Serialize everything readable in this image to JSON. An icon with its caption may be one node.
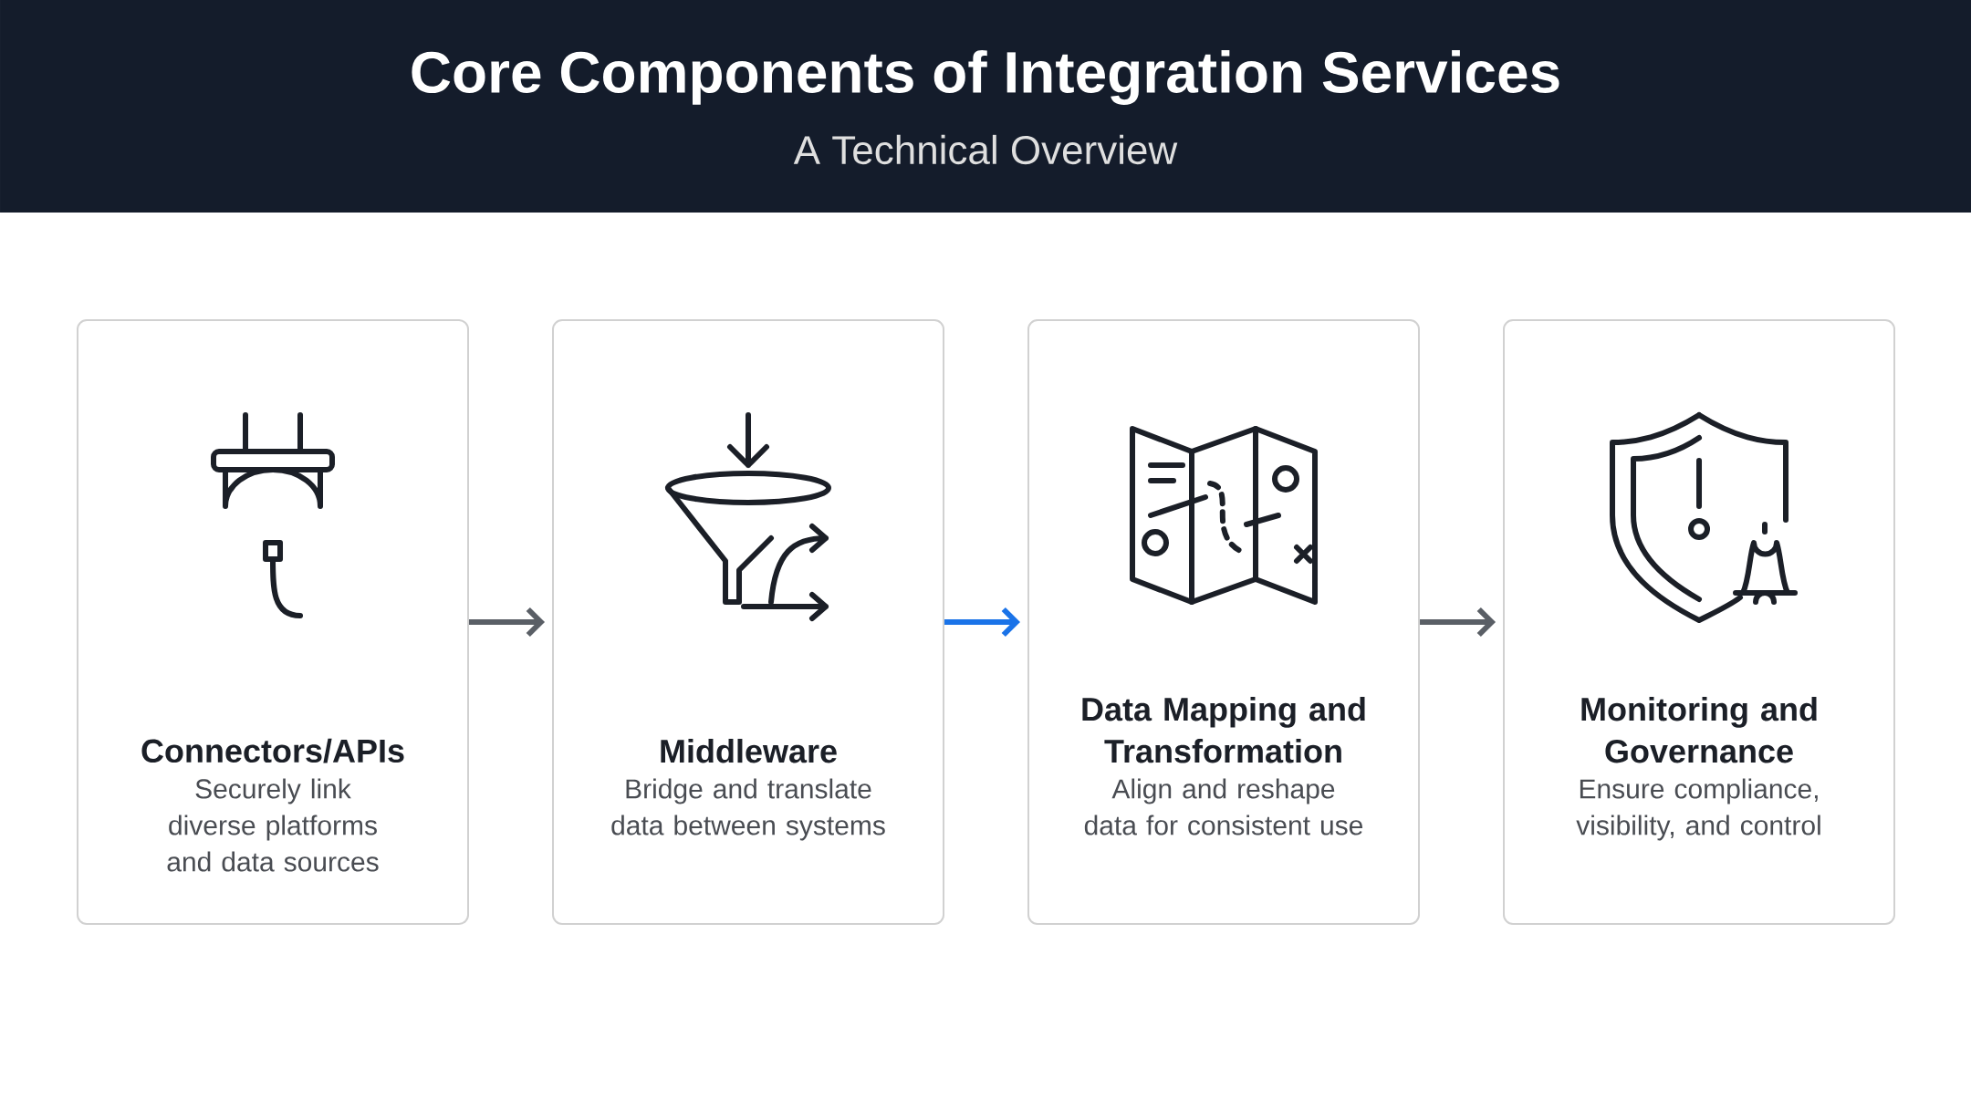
{
  "diagram": {
    "title": "Core Components of Integration Services",
    "caption": "A Technical Overview",
    "nodes": [
      {
        "text": [
          "Connectors/APIs",
          "Securely link diverse platforms and data sources"
        ]
      },
      {
        "text": [
          "Middleware",
          "Bridge and translate data between systems"
        ]
      },
      {
        "text": [
          "Data Mapping and Transformation",
          "Align and reshape data for consistent use"
        ]
      },
      {
        "text": [
          "Monitoring and Governance",
          "Ensure compliance, visibility, and control"
        ]
      }
    ],
    "edges": [
      {
        "from": 0,
        "to": 1,
        "arrow": "to"
      },
      {
        "from": 1,
        "to": 2,
        "arrow": "to",
        "color": "#1a73e8"
      },
      {
        "from": 2,
        "to": 3,
        "arrow": "to"
      }
    ]
  }
}
